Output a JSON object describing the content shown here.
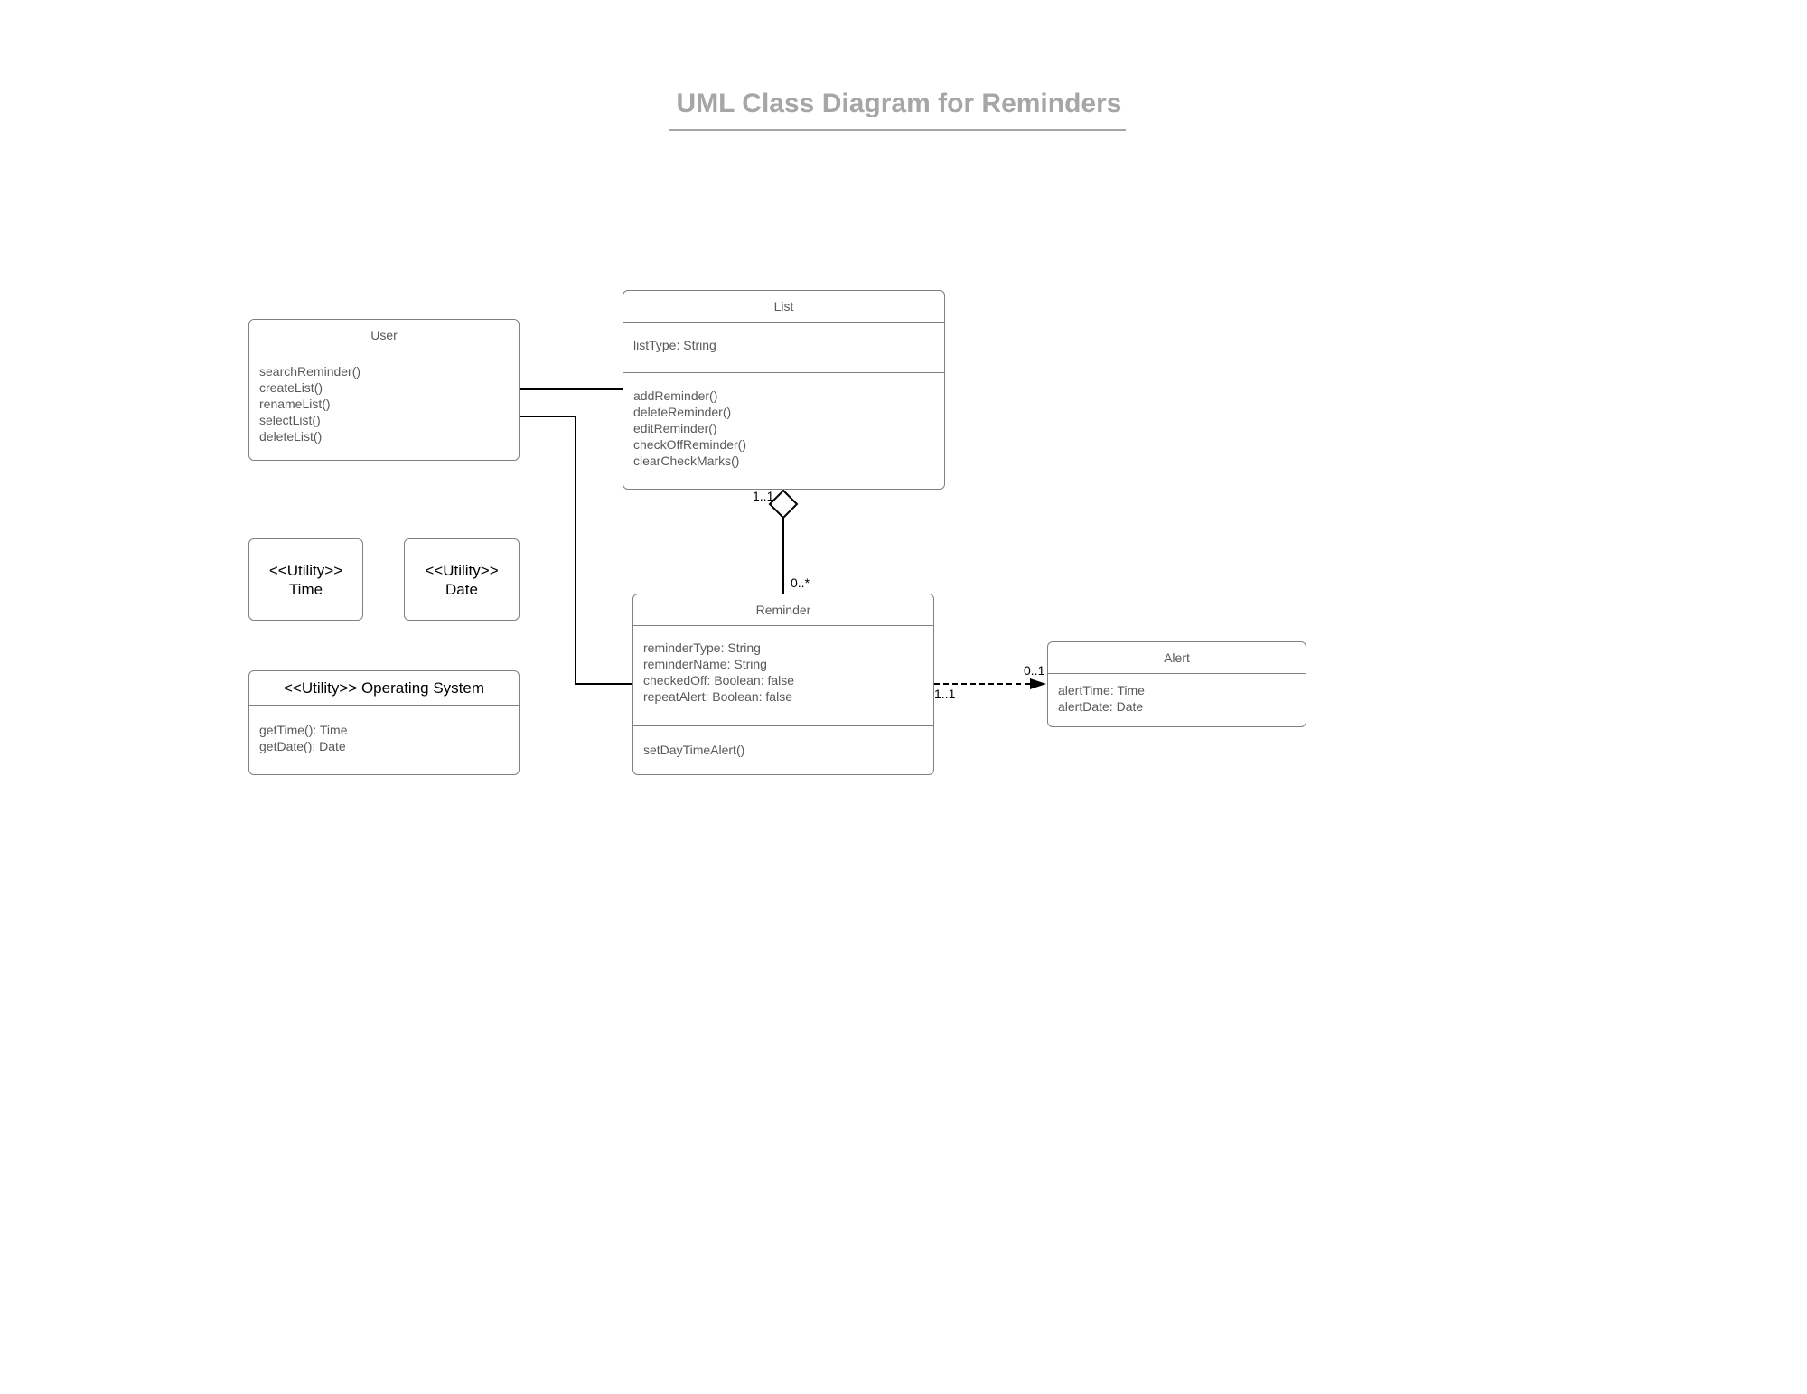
{
  "title": "UML Class Diagram for Reminders",
  "classes": {
    "user": {
      "name": "User",
      "methods": [
        "searchReminder()",
        "createList()",
        "renameList()",
        "selectList()",
        "deleteList()"
      ]
    },
    "list": {
      "name": "List",
      "attributes": [
        "listType: String"
      ],
      "methods": [
        "addReminder()",
        "deleteReminder()",
        "editReminder()",
        "checkOffReminder()",
        "clearCheckMarks()"
      ]
    },
    "reminder": {
      "name": "Reminder",
      "attributes": [
        "reminderType: String",
        "reminderName: String",
        "checkedOff: Boolean: false",
        "repeatAlert: Boolean: false"
      ],
      "methods": [
        "setDayTimeAlert()"
      ]
    },
    "alert": {
      "name": "Alert",
      "attributes": [
        "alertTime: Time",
        "alertDate: Date"
      ]
    },
    "time": {
      "stereotype": "<<Utility>>",
      "name": "Time"
    },
    "date": {
      "stereotype": "<<Utility>>",
      "name": "Date"
    },
    "os": {
      "name": "<<Utility>> Operating System",
      "methods": [
        "getTime(): Time",
        "getDate(): Date"
      ]
    }
  },
  "multiplicities": {
    "list_aggregation": "1..1",
    "reminder_aggregation": "0..*",
    "alert_end": "0..1",
    "reminder_alert": "1..1"
  },
  "colors": {
    "title": "#a6a6a6",
    "border": "#808080",
    "text": "#595959",
    "connector": "#000000"
  }
}
